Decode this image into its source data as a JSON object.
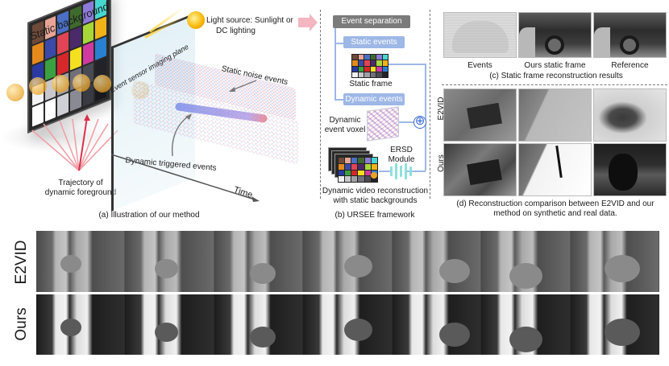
{
  "panel_a": {
    "caption": "(a) Illustration of our method",
    "labels": {
      "static_background": "Static background",
      "light_source_line1": "Light source: Sunlight or",
      "light_source_line2": "DC lighting",
      "sensor_plane": "Event sensor imaging plane",
      "static_noise": "Static noise events",
      "dynamic_triggered": "Dynamic triggered events",
      "trajectory_line1": "Trajectory of",
      "trajectory_line2": "dynamic foreground",
      "time_axis": "Time"
    },
    "checker_colors": [
      "#6d4a3a",
      "#e8a596",
      "#4a6fc4",
      "#3f6a2e",
      "#8c7ad8",
      "#46d8d0",
      "#e48a1c",
      "#3b4aa8",
      "#e04455",
      "#4a2a6a",
      "#a7d838",
      "#f0b418",
      "#2a3aa0",
      "#3aa040",
      "#d4282a",
      "#f4e020",
      "#d03aa0",
      "#2a80d0",
      "#f2f2f2",
      "#c8c8cc",
      "#a0a0a6",
      "#70707a",
      "#4a4a52",
      "#222228",
      "#ffffff",
      "#ffffff",
      "#cfcfd6",
      "#8a8a94",
      "#3a3a42",
      "#18181e"
    ]
  },
  "panel_b": {
    "caption": "(b) URSEE framework",
    "event_separation": "Event separation",
    "static_events": "Static events",
    "static_frame": "Static frame",
    "dynamic_events": "Dynamic events",
    "dynamic_voxel_line1": "Dynamic",
    "dynamic_voxel_line2": "event voxel",
    "oplus": "⊕",
    "ersd_line1": "ERSD",
    "ersd_line2": "Module",
    "output_line1": "Dynamic video reconstruction",
    "output_line2": "with static backgrounds"
  },
  "panel_c": {
    "caption": "(c) Static frame reconstruction results",
    "image_labels": [
      "Events",
      "Ours static frame",
      "Reference"
    ]
  },
  "panel_d": {
    "row_labels": [
      "E2VID",
      "Ours"
    ],
    "caption_line1": "(d) Reconstruction comparison between E2VID and our",
    "caption_line2": "method on synthetic and real data."
  },
  "bottom_strip": {
    "row_labels": [
      "E2VID",
      "Ours"
    ],
    "frame_count": 7
  }
}
